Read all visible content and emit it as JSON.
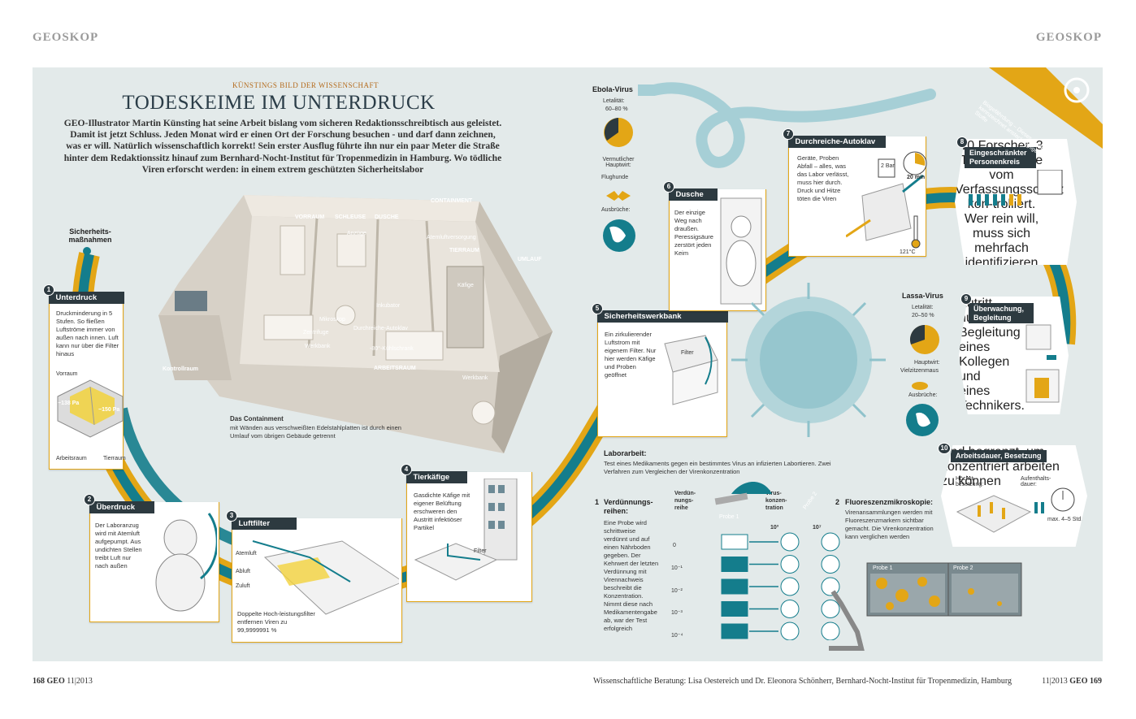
{
  "header": {
    "left": "GEOSKOP",
    "right": "GEOSKOP"
  },
  "kicker": "KÜNSTINGS BILD DER WISSENSCHAFT",
  "title": "TODESKEIME IM UNTERDRUCK",
  "intro": "GEO-Illustrator Martin Künsting hat seine Arbeit bislang vom sicheren Redaktionsschreibtisch aus geleistet. Damit ist jetzt Schluss. Jeden Monat wird er einen Ort der Forschung besuchen - und darf dann zeichnen, was er will. Natürlich wissenschaftlich korrekt! Sein erster Ausflug führte ihn nur ein paar Meter die Straße hinter dem Redaktionssitz hinauf zum Bernhard-Nocht-Institut für Tropenmedizin in Hamburg. Wo tödliche Viren erforscht werden: in einem extrem geschützten Sicherheitslabor",
  "lab": {
    "labels": [
      "CONTAINMENT",
      "VORRAUM",
      "SCHLEUSE",
      "DUSCHE",
      "Anzüge",
      "Atemluftversorgung",
      "TIERRAUM",
      "UMLAUF",
      "Käfige",
      "Mikroskop",
      "Inkubator",
      "Zentrifuge",
      "Durchreiche-Autoklav",
      "Werkbank",
      "-80°-Kühlschrank",
      "ARBEITSRAUM",
      "Werkbank",
      "Kontrollraum"
    ],
    "containment_title": "Das Containment",
    "containment_text": "mit Wänden aus verschweißten Edelstahlplatten ist durch einen Umlauf vom übrigen Gebäude getrennt"
  },
  "measures_title": "Sicherheits-\nmaßnahmen",
  "steps": [
    {
      "num": "1",
      "title": "Unterdruck",
      "text": "Druckminderung in 5 Stufen. So fließen Luftströme immer von außen nach innen. Luft kann nur über die Filter hinaus",
      "labels": [
        "Vorraum",
        "−138 Pa",
        "−150 Pa",
        "Arbeitsraum",
        "Tierraum"
      ]
    },
    {
      "num": "2",
      "title": "Überdruck",
      "text": "Der Laboranzug wird mit Atemluft aufgepumpt. Aus undichten Stellen treibt Luft nur nach außen"
    },
    {
      "num": "3",
      "title": "Luftfilter",
      "text": "Doppelte Hoch-leistungsfilter entfernen Viren zu 99,9999991 %",
      "labels": [
        "Atemluft",
        "Abluft",
        "Zuluft"
      ]
    },
    {
      "num": "4",
      "title": "Tierkäfige",
      "text": "Gasdichte Käfige mit eigener Belüftung erschweren den Austritt infektiöser Partikel",
      "labels": [
        "Filter"
      ]
    },
    {
      "num": "5",
      "title": "Sicherheitswerkbank",
      "text": "Ein zirkulierender Luftstrom mit eigenem Filter. Nur hier werden Käfige und Proben geöffnet",
      "labels": [
        "Filter"
      ]
    },
    {
      "num": "6",
      "title": "Dusche",
      "text": "Der einzige Weg nach draußen. Peressigsäure zerstört jeden Keim"
    },
    {
      "num": "7",
      "title": "Durchreiche-Autoklav",
      "text": "Geräte, Proben Abfall – alles, was das Labor verlässt, muss hier durch. Druck und Hitze töten die Viren",
      "labels": [
        "2 Bar",
        "20 min",
        "121°C"
      ]
    },
    {
      "num": "8",
      "title": "Eingeschränkter Personenkreis",
      "text": "10 Forscher, 3 Techniker, alle vom Verfassungsschutz kon-trolliert. Wer rein will, muss sich mehrfach identifizieren"
    },
    {
      "num": "9",
      "title": "Überwachung, Begleitung",
      "text": "Zutritt nur in Begleitung eines Kollegen und eines Technikers. Vom Kontrollraum aus wird die Arbeit überwacht"
    },
    {
      "num": "10",
      "title": "Arbeitsdauer, Besetzung",
      "text": "sind begrenzt, um konzentriert arbeiten zu können",
      "labels": [
        "Höchst-besetzung:",
        "Aufenthalts-dauer:",
        "max. 4–5 Std."
      ]
    }
  ],
  "ebola": {
    "title": "Ebola-Virus",
    "lethality_label": "Letalität:",
    "lethality": "60–80 %",
    "host_label": "Vermutlicher Hauptwirt:",
    "host": "Flughunde",
    "outbreaks": "Ausbrüche:"
  },
  "lassa": {
    "title": "Lassa-Virus",
    "lethality_label": "Letalität:",
    "lethality": "20–50 %",
    "host_label": "Hauptwirt:",
    "host": "Vielzitzenmaus",
    "outbreaks": "Ausbrüche:"
  },
  "biohazard_banner": "Biogefährdung – Dieses Symbol kennzeichnet ansteckungsgefährliche Stoffe",
  "lab_work": {
    "title": "Laborarbeit:",
    "text": "Test eines Medikaments gegen ein bestimmtes Virus an infizierten Labortieren. Zwei Verfahren zum Vergleichen der Virenkonzentration",
    "method1": {
      "num": "1",
      "title": "Verdünnungs-\nreihen:",
      "text": "Eine Probe wird schrittweise verdünnt und auf einen Nährboden gegeben. Der Kehrwert der letzten Verdünnung mit Virennachweis beschreibt die Konzentration. Nimmt diese nach Medikamentengabe ab, war der Test erfolgreich",
      "col1": "Verdün-\nnungs-\nreihe",
      "col2": "Virus-\nkonzen-\ntration",
      "probe1": "Probe 1",
      "probe2": "Probe 2",
      "rows": [
        "0",
        "10⁻¹",
        "10⁻²",
        "10⁻³",
        "10⁻⁴"
      ],
      "conc1": "10³",
      "conc2": "10⁷"
    },
    "method2": {
      "num": "2",
      "title": "Fluoreszenzmikroskopie:",
      "text": "Virenansammlungen werden mit Fluoreszenzmarkern sichtbar gemacht. Die Virenkonzentration kann verglichen werden",
      "probe1": "Probe 1",
      "probe2": "Probe 2"
    }
  },
  "footer": {
    "left_page": "168",
    "left_mag": "GEO",
    "left_issue": "11|2013",
    "credit": "Wissenschaftliche Beratung: Lisa Oestereich und Dr. Eleonora Schönherr, Bernhard-Nocht-Institut für Tropenmedizin, Hamburg",
    "right_issue": "11|2013",
    "right_mag": "GEO",
    "right_page": "169"
  },
  "colors": {
    "panel": "#e3eaea",
    "teal": "#147d8c",
    "gold": "#e3a616",
    "dark": "#2d3a40",
    "yellow": "#f2d23c"
  }
}
